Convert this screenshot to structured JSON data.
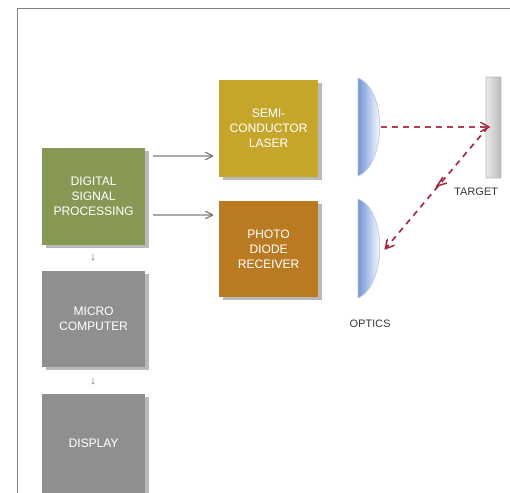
{
  "blocks": {
    "laser": "SEMI-\nCONDUCTOR\nLASER",
    "photodiode": "PHOTO\nDIODE\nRECEIVER",
    "dsp": "DIGITAL\nSIGNAL\nPROCESSING",
    "micro": "MICRO\nCOMPUTER",
    "display": "DISPLAY"
  },
  "labels": {
    "target": "TARGET",
    "optics": "OPTICS"
  },
  "icons": {
    "down_arrow": "↓"
  },
  "colors": {
    "laser": "#c6a52b",
    "photodiode": "#b97a22",
    "dsp": "#879854",
    "computer": "#8f8f8f",
    "beam": "#a3253b",
    "lens": "#7f9fd6"
  }
}
